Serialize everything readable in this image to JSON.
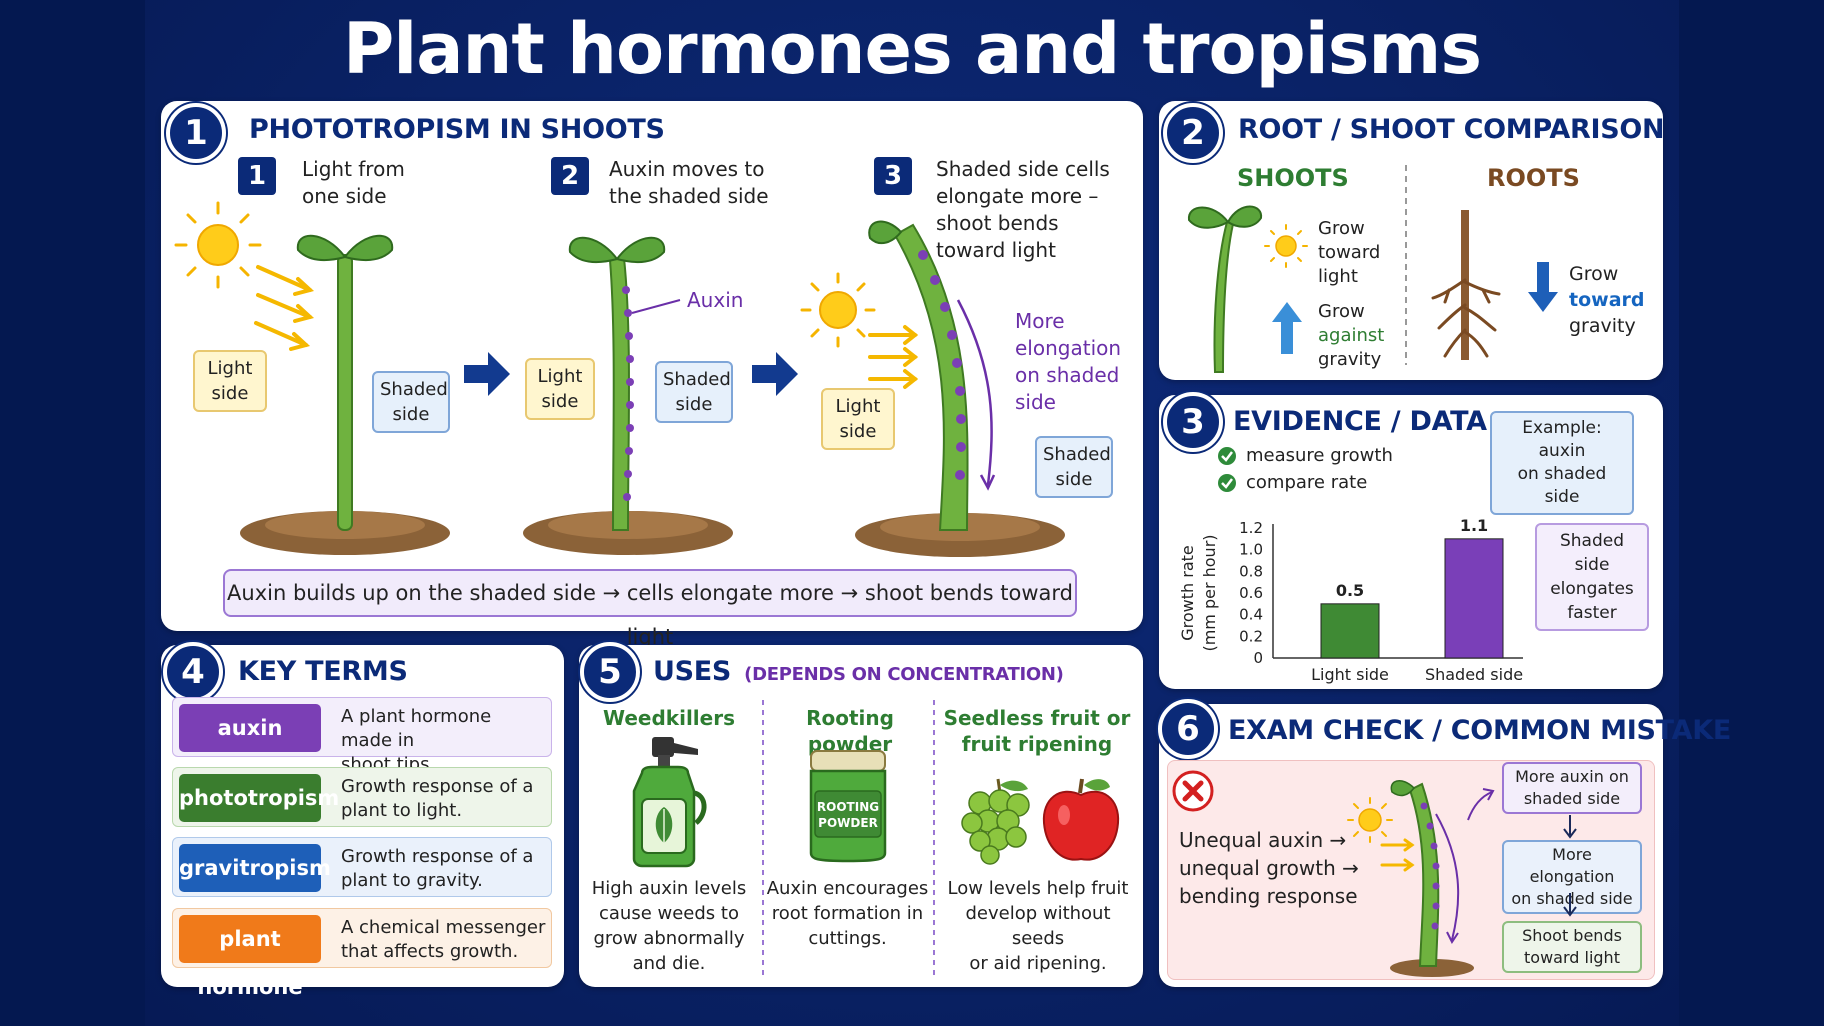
{
  "title": "Plant hormones and tropisms",
  "panel1": {
    "number": "1",
    "title": "PHOTOTROPISM IN SHOOTS",
    "steps": [
      {
        "number": "1",
        "text_lines": [
          "Light from",
          "one side"
        ]
      },
      {
        "number": "2",
        "text_lines": [
          "Auxin moves to",
          "the shaded side"
        ]
      },
      {
        "number": "3",
        "text_lines": [
          "Shaded side cells",
          "elongate more –",
          "shoot bends",
          "toward light"
        ]
      }
    ],
    "light_side": [
      "Light",
      "side"
    ],
    "shaded_side": [
      "Shaded",
      "side"
    ],
    "auxin_label": "Auxin",
    "more_elongation": [
      "More",
      "elongation",
      "on shaded",
      "side"
    ],
    "summary": "Auxin builds up on the shaded side → cells elongate more → shoot bends toward light"
  },
  "panel2": {
    "number": "2",
    "title": "ROOT / SHOOT COMPARISON",
    "shoots_head": "SHOOTS",
    "roots_head": "ROOTS",
    "shoot_light": [
      "Grow",
      "toward",
      "light"
    ],
    "shoot_gravity": {
      "line1": "Grow",
      "highlight": "against",
      "line3": "gravity"
    },
    "root_gravity": {
      "line1": "Grow",
      "highlight": "toward",
      "line3": "gravity"
    }
  },
  "panel3": {
    "number": "3",
    "title": "EVIDENCE / DATA",
    "checks": [
      "measure growth",
      "compare rate"
    ],
    "example_note": [
      "Example: auxin",
      "on shaded side"
    ],
    "side_note": [
      "Shaded side",
      "elongates",
      "faster"
    ]
  },
  "chart_data": {
    "type": "bar",
    "categories": [
      "Light side",
      "Shaded side"
    ],
    "values": [
      0.5,
      1.1
    ],
    "data_labels": [
      "0.5",
      "1.1"
    ],
    "ylabel_lines": [
      "Growth rate",
      "(mm per hour)"
    ],
    "ylim": [
      0,
      1.2
    ],
    "yticks": [
      "0",
      "0.2",
      "0.4",
      "0.6",
      "0.8",
      "1.0",
      "1.2"
    ],
    "colors": [
      "#3f8a34",
      "#7a3fb8"
    ],
    "grid": false
  },
  "panel4": {
    "number": "4",
    "title": "KEY TERMS",
    "terms": [
      {
        "term": "auxin",
        "def_lines": [
          "A plant hormone made in",
          "shoot tips."
        ],
        "color": "#7b3fb5",
        "bg": "#f3eefb",
        "border": "#c9b3ea"
      },
      {
        "term": "phototropism",
        "def_lines": [
          "Growth response of a",
          "plant to light."
        ],
        "color": "#3a7d2e",
        "bg": "#eef5ea",
        "border": "#b9d8ad"
      },
      {
        "term": "gravitropism",
        "def_lines": [
          "Growth response of a",
          "plant to gravity."
        ],
        "color": "#1e5fb8",
        "bg": "#eaf1fb",
        "border": "#b0c9ea"
      },
      {
        "term": "plant hormone",
        "def_lines": [
          "A chemical messenger",
          "that affects growth."
        ],
        "color": "#f07a1a",
        "bg": "#fdf1e6",
        "border": "#f1c8a0"
      }
    ]
  },
  "panel5": {
    "number": "5",
    "title": "USES",
    "subtitle": "(DEPENDS ON CONCENTRATION)",
    "uses": [
      {
        "head_lines": [
          "Weedkillers"
        ],
        "text_lines": [
          "High auxin levels",
          "cause weeds to",
          "grow abnormally",
          "and die."
        ]
      },
      {
        "head_lines": [
          "Rooting powder"
        ],
        "text_lines": [
          "Auxin encourages",
          "root formation in",
          "cuttings."
        ]
      },
      {
        "head_lines": [
          "Seedless fruit or",
          "fruit ripening"
        ],
        "text_lines": [
          "Low levels help fruit",
          "develop without seeds",
          "or aid ripening."
        ]
      }
    ],
    "jar_label": [
      "ROOTING",
      "POWDER"
    ]
  },
  "panel6": {
    "number": "6",
    "title": "EXAM CHECK / COMMON MISTAKE",
    "mistake_lines": [
      "Unequal auxin →",
      "unequal growth →",
      "bending response"
    ],
    "flow": [
      {
        "lines": [
          "More auxin on",
          "shaded side"
        ],
        "bg": "#f3eefb",
        "border": "#9b77d4"
      },
      {
        "lines": [
          "More elongation",
          "on shaded side"
        ],
        "bg": "#eaf1fb",
        "border": "#7fa6d8"
      },
      {
        "lines": [
          "Shoot bends",
          "toward light"
        ],
        "bg": "#eef5ea",
        "border": "#8dbd7f"
      }
    ]
  }
}
